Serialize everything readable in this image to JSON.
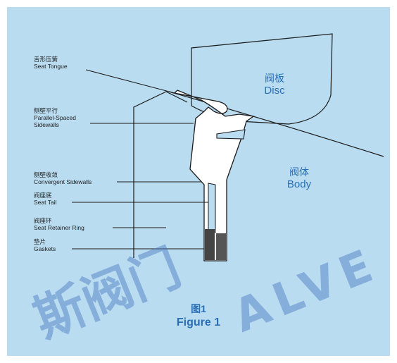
{
  "labels": {
    "seat_tongue": {
      "zh": "舌形压簧",
      "en": "Seat Tongue"
    },
    "parallel_sidewalls": {
      "zh": "侧壁平行",
      "en1": "Parallel-Spaced",
      "en2": "Sidewalls"
    },
    "convergent_sidewalls": {
      "zh": "侧壁收敛",
      "en": "Convergent Sidewalls"
    },
    "seat_tail": {
      "zh": "阀座底",
      "en": "Seat Tail"
    },
    "retainer_ring": {
      "zh": "阀座环",
      "en": "Seat Retainer Ring"
    },
    "gaskets": {
      "zh": "垫片",
      "en": "Gaskets"
    }
  },
  "parts": {
    "disc": {
      "zh": "阀板",
      "en": "Disc"
    },
    "body": {
      "zh": "阀体",
      "en": "Body"
    }
  },
  "caption": {
    "zh": "图1",
    "en": "Figure 1"
  },
  "watermark": {
    "line1": "斯阀门",
    "line2": "ALVE"
  },
  "colors": {
    "background": "#b9dcf1",
    "part_text": "#2a6fb4",
    "gasket": "#444444",
    "outline": "#1a1a1a"
  }
}
